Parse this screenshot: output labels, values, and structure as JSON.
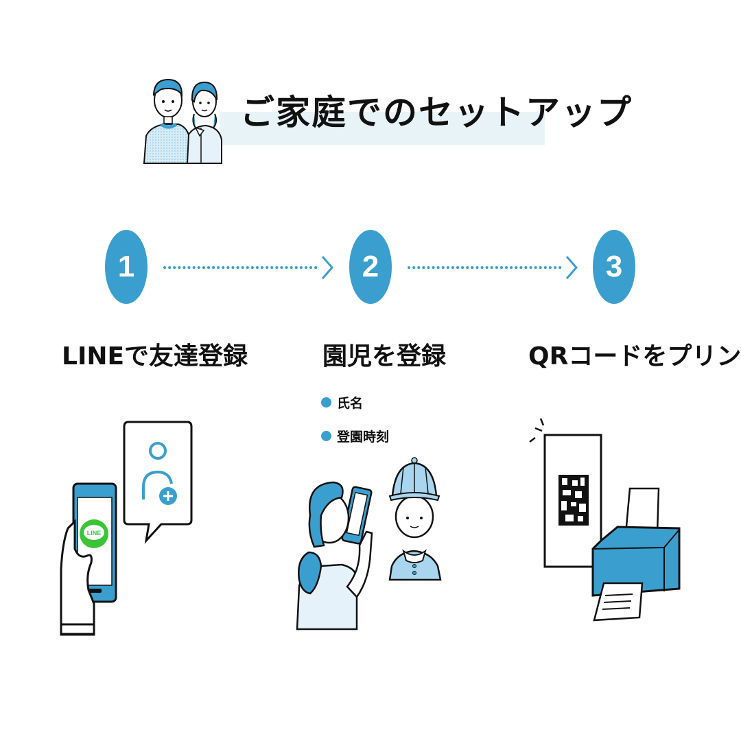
{
  "header": {
    "title": "ご家庭でのセットアップ",
    "band_color": "#e8f3f8"
  },
  "colors": {
    "accent": "#3a9fcf",
    "light_accent": "#a9d6ee",
    "line_green": "#3cc437",
    "ink": "#111111"
  },
  "steps": [
    {
      "number": "1",
      "label": "LINEで友達登録"
    },
    {
      "number": "2",
      "label": "園児を登録"
    },
    {
      "number": "3",
      "label": "QRコードをプリント"
    }
  ],
  "step2_items": [
    "氏名",
    "登園時刻"
  ],
  "phone": {
    "app_badge": "LINE"
  },
  "icons": [
    "parents-icon",
    "arrow-right-icon",
    "phone-icon",
    "line-app-icon",
    "add-friend-icon",
    "mother-with-phone-icon",
    "child-with-hat-icon",
    "qr-code-icon",
    "printer-icon"
  ]
}
